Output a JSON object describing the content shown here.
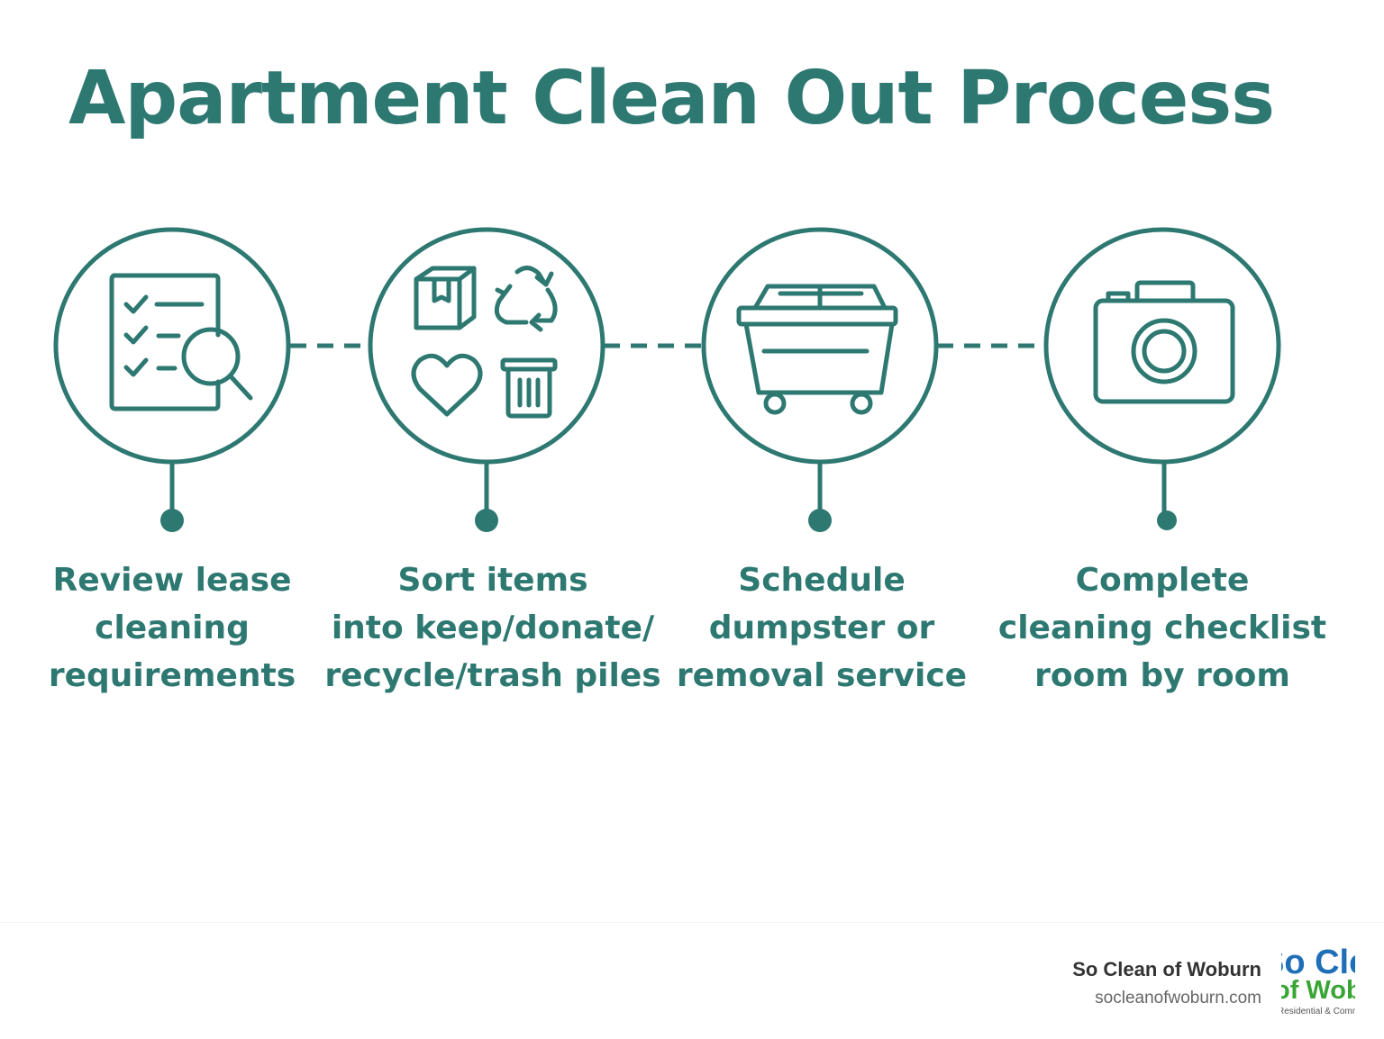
{
  "title": "Apartment Clean Out Process",
  "colors": {
    "primary": "#2e7872",
    "brand_blue": "#1f6fb8",
    "brand_green": "#3aa535"
  },
  "steps": [
    {
      "icon": "checklist-search-icon",
      "label_lines": [
        "Review lease",
        "cleaning",
        "requirements"
      ]
    },
    {
      "icon": "sort-piles-icon",
      "label_lines": [
        "Sort items",
        "into keep/donate/",
        "recycle/trash piles"
      ]
    },
    {
      "icon": "dumpster-icon",
      "label_lines": [
        "Schedule",
        "dumpster or",
        "removal service"
      ]
    },
    {
      "icon": "camera-icon",
      "label_lines": [
        "Complete",
        "cleaning checklist",
        "room by room"
      ]
    }
  ],
  "footer": {
    "brand_name": "So Clean of Woburn",
    "url": "socleanofwoburn.com",
    "logo_line1": "So Clean",
    "logo_line2": "of Woburn",
    "logo_line3": "Residential & Commercial"
  }
}
